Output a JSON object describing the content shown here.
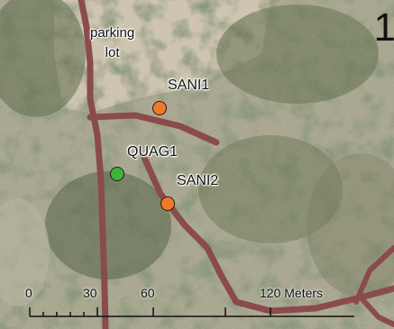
{
  "map": {
    "panel_number": "1",
    "place_label": {
      "line1": "parking",
      "line2": "lot"
    },
    "colors": {
      "trail": "#8a4b4b",
      "orange_marker": "#f07a2a",
      "green_marker": "#3cb43c",
      "bare_ground": "#c9bca2",
      "vegetation": "#5a6a3c"
    },
    "points": [
      {
        "id": "SANI1",
        "label": "SANI1",
        "color": "orange"
      },
      {
        "id": "QUAG1",
        "label": "QUAG1",
        "color": "green"
      },
      {
        "id": "SANI2",
        "label": "SANI2",
        "color": "orange"
      }
    ],
    "scale_bar": {
      "ticks": [
        "0",
        "30",
        "60",
        "120 Meters"
      ]
    }
  }
}
